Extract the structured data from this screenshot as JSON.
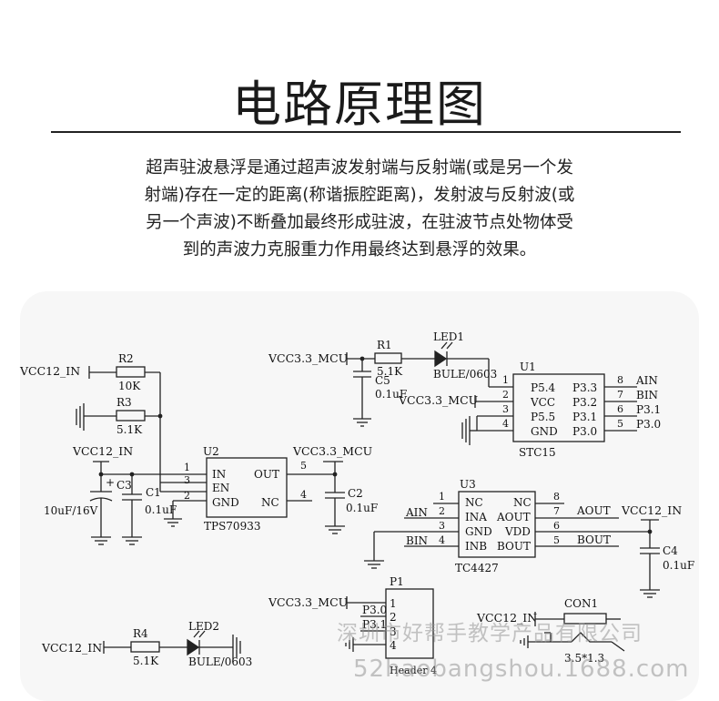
{
  "title": "电路原理图",
  "description": [
    "超声驻波悬浮是通过超声波发射端与反射端(或是另一个发",
    "射端)存在一定的距离(称谐振腔距离)，发射波与反射波(或",
    "另一个声波)不断叠加最终形成驻波，在驻波节点处物体受",
    "到的声波力克服重力作用最终达到悬浮的效果。"
  ],
  "schematic": {
    "nets": {
      "vcc12_in_r2": "VCC12_IN",
      "vcc12_in_c3": "VCC12_IN",
      "vcc12_in_tc": "VCC12_IN",
      "vcc12_in_r4": "VCC12_IN",
      "vcc12_in_con": "VCC12_IN",
      "vcc33_led": "VCC3.3_MCU",
      "vcc33_u1": "VCC3.3_MCU",
      "vcc33_u2": "VCC3.3_MCU",
      "vcc33_p1": "VCC3.3_MCU",
      "ain": "AIN",
      "bin": "BIN",
      "aout": "AOUT",
      "bout": "BOUT",
      "u1_ain": "AIN",
      "u1_bin": "BIN",
      "u1_p31": "P3.1",
      "u1_p30": "P3.0",
      "p1_p30": "P3.0",
      "p1_p31": "P3.1"
    },
    "parts": {
      "r2": {
        "ref": "R2",
        "value": "10K"
      },
      "r3": {
        "ref": "R3",
        "value": "5.1K"
      },
      "r1": {
        "ref": "R1",
        "value": "5.1K"
      },
      "r4": {
        "ref": "R4",
        "value": "5.1K"
      },
      "c5": {
        "ref": "C5",
        "value": "0.1uF"
      },
      "c1": {
        "ref": "C1",
        "value": "0.1uF"
      },
      "c2": {
        "ref": "C2",
        "value": "0.1uF"
      },
      "c3": {
        "ref": "C3",
        "value": "10uF/16V"
      },
      "c4": {
        "ref": "C4",
        "value": "0.1uF"
      },
      "led1": {
        "ref": "LED1",
        "value": "BULE/0603"
      },
      "led2": {
        "ref": "LED2",
        "value": "BULE/0603"
      },
      "u2": {
        "ref": "U2",
        "value": "TPS70933",
        "pins_left": [
          {
            "num": "1",
            "name": "IN"
          },
          {
            "num": "3",
            "name": "EN"
          },
          {
            "num": "2",
            "name": "GND"
          }
        ],
        "pins_right": [
          {
            "num": "5",
            "name": "OUT"
          },
          {
            "num": "4",
            "name": "NC"
          }
        ]
      },
      "u1": {
        "ref": "U1",
        "value": "STC15",
        "pins_left": [
          {
            "num": "1",
            "name": "P5.4"
          },
          {
            "num": "2",
            "name": "VCC"
          },
          {
            "num": "3",
            "name": "P5.5"
          },
          {
            "num": "4",
            "name": "GND"
          }
        ],
        "pins_right": [
          {
            "num": "8",
            "name": "P3.3"
          },
          {
            "num": "7",
            "name": "P3.2"
          },
          {
            "num": "6",
            "name": "P3.1"
          },
          {
            "num": "5",
            "name": "P3.0"
          }
        ]
      },
      "u3": {
        "ref": "U3",
        "value": "TC4427",
        "pins_left": [
          {
            "num": "1",
            "name": "NC"
          },
          {
            "num": "2",
            "name": "INA"
          },
          {
            "num": "3",
            "name": "GND"
          },
          {
            "num": "4",
            "name": "INB"
          }
        ],
        "pins_right": [
          {
            "num": "8",
            "name": "NC"
          },
          {
            "num": "7",
            "name": "AOUT"
          },
          {
            "num": "6",
            "name": "VDD"
          },
          {
            "num": "5",
            "name": "BOUT"
          }
        ]
      },
      "p1": {
        "ref": "P1",
        "value": "Header 4",
        "pins": [
          "1",
          "2",
          "3",
          "4"
        ]
      },
      "con1": {
        "ref": "CON1",
        "value": "3.5*1.3"
      }
    }
  },
  "watermark": {
    "company": "深圳市好帮手教学产品有限公司",
    "site": "52haobangshou.1688.com"
  }
}
